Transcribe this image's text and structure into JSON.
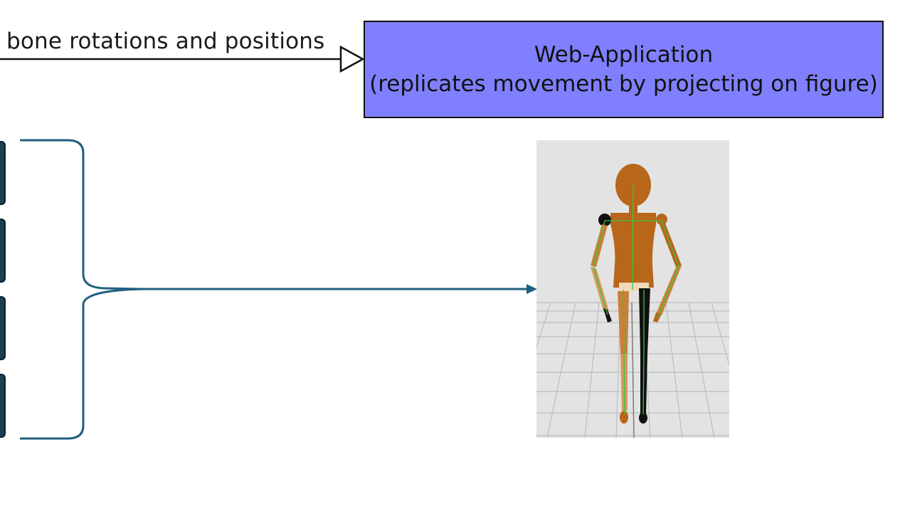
{
  "edge_label": "bone rotations and positions",
  "web_application": {
    "title": "Web-Application",
    "subtitle": "(replicates movement by projecting on figure)"
  },
  "colors": {
    "box_fill": "#8080ff",
    "brace_arrow": "#1f6080",
    "figure_wood": "#b8661a",
    "figure_dark": "#111111",
    "skeleton_lines": "#3cc23c",
    "render_background": "#e3e3e3",
    "floor_grid": "#bdbdbd"
  },
  "render_preview": {
    "figure": "wooden-mannequin-walking",
    "floor": "grid"
  }
}
